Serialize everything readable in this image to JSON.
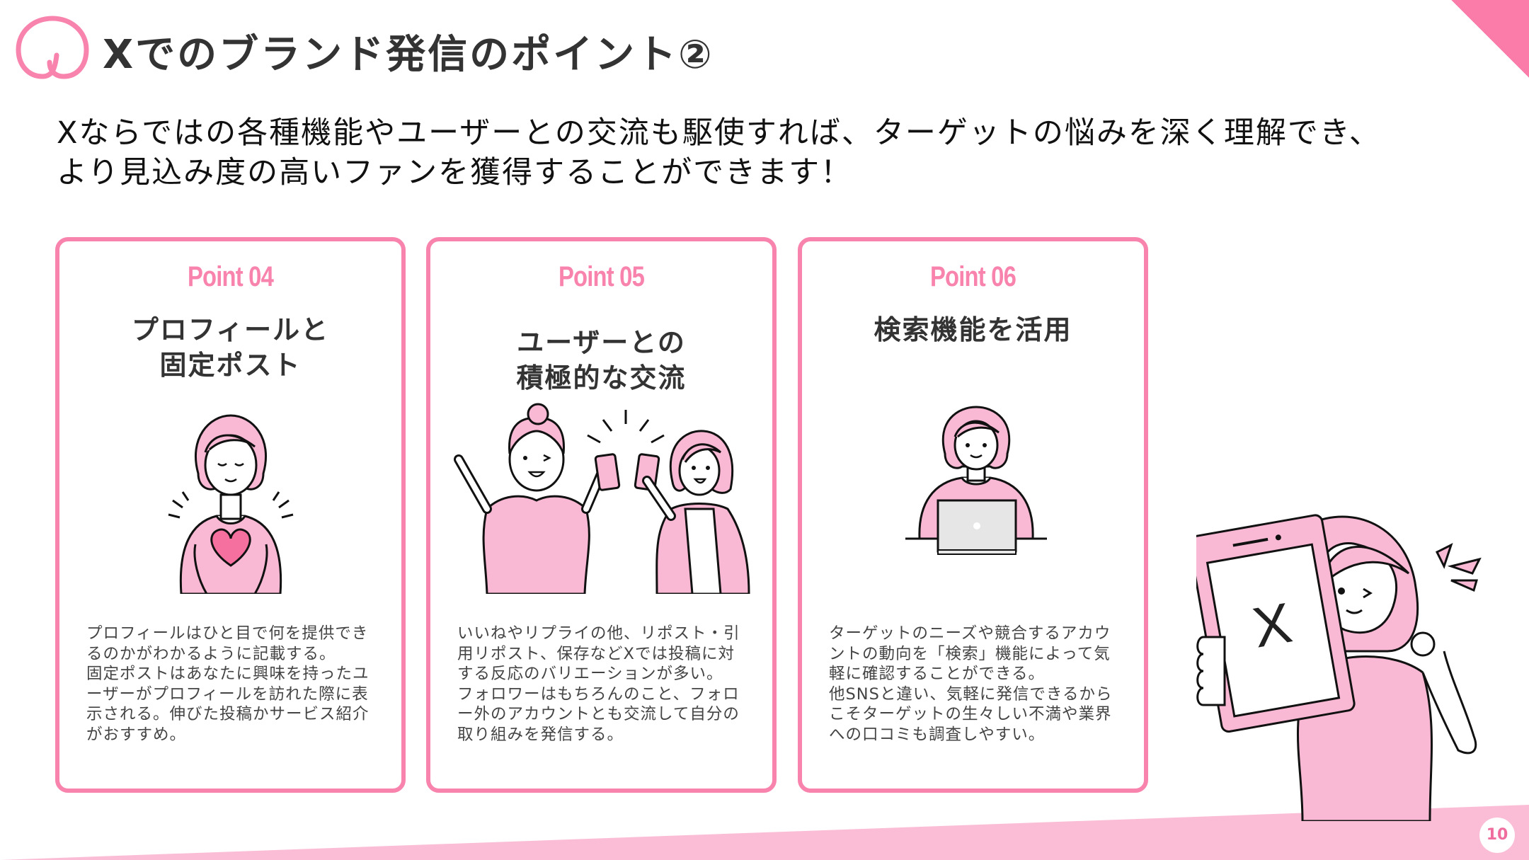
{
  "header": {
    "title": "Xでのブランド発信のポイント②",
    "logo_icon": "pink-loop-logo-icon"
  },
  "lead": {
    "line1": "Xならではの各種機能やユーザーとの交流も駆使すれば、ターゲットの悩みを深く理解でき、",
    "line2": "より見込み度の高いファンを獲得することができます！"
  },
  "cards": [
    {
      "point": "Point 04",
      "heading_line1": "プロフィールと",
      "heading_line2": "固定ポスト",
      "illustration": "woman-heart-illustration",
      "body": "プロフィールはひと目で何を提供できるのかがわかるように記載する。\n固定ポストはあなたに興味を持ったユーザーがプロフィールを訪れた際に表示される。伸びた投稿かサービス紹介がおすすめ。"
    },
    {
      "point": "Point 05",
      "heading_line1": "ユーザーとの",
      "heading_line2": "積極的な交流",
      "illustration": "two-women-phones-illustration",
      "body": "いいねやリプライの他、リポスト・引用リポスト、保存などXでは投稿に対する反応のバリエーションが多い。\nフォロワーはもちろんのこと、フォロー外のアカウントとも交流して自分の取り組みを発信する。"
    },
    {
      "point": "Point 06",
      "heading_line1": "検索機能を活用",
      "heading_line2": "",
      "illustration": "woman-laptop-illustration",
      "body": "ターゲットのニーズや競合するアカウントの動向を「検索」機能によって気軽に確認することができる。\n他SNSと違い、気軽に発信できるからこそターゲットの生々しい不満や業界への口コミも調査しやすい。"
    }
  ],
  "hero": {
    "illustration": "woman-holding-x-phone-illustration",
    "phone_logo": "X"
  },
  "footer": {
    "page_number": "10"
  },
  "colors": {
    "accent_pink": "#f883ad",
    "corner_pink": "#fb7ca8",
    "band_pink": "#fbbdd6",
    "illus_pink": "#f9b8d3",
    "text_dark": "#333333"
  }
}
